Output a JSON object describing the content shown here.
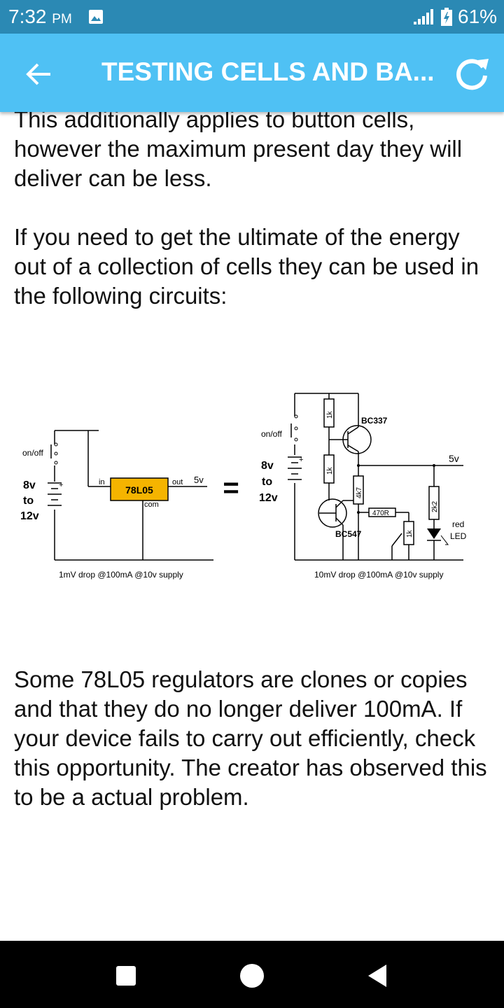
{
  "status_bar": {
    "time": "7:32",
    "ampm": "PM",
    "battery": "61%",
    "icons": [
      "gallery-icon",
      "signal-icon",
      "battery-charging-icon"
    ]
  },
  "app_bar": {
    "title": "TESTING CELLS AND BA...",
    "icons": [
      "back-arrow-icon",
      "refresh-icon"
    ],
    "color": "#4fc1f4"
  },
  "article": {
    "paragraphs": [
      "This additionally applies to button cells, however the maximum present day they will deliver can be less.",
      "If you need to get the ultimate of the energy out of a collection of cells they can be used in the following circuits:",
      "Some 78L05 regulators are clones or copies and that they do no longer deliver 100mA. If your device fails to carry out efficiently, check this opportunity. The creator has observed this to be a actual problem."
    ]
  },
  "diagram": {
    "left": {
      "switch_label": "on/off",
      "battery_label": [
        "8v",
        "to",
        "12v"
      ],
      "plus": "+",
      "regulator": "78L05",
      "pin_in": "in",
      "pin_out": "out",
      "pin_com": "com",
      "output": "5v",
      "caption": "1mV drop @100mA @10v supply"
    },
    "equals": "=",
    "right": {
      "switch_label": "on/off",
      "battery_label": [
        "8v",
        "to",
        "12v"
      ],
      "plus": "+",
      "transistor_top": "BC337",
      "transistor_bottom": "BC547",
      "output": "5v",
      "r1": "1k",
      "r2": "1k",
      "r3": "4k7",
      "r4": "470R",
      "r5": "1k",
      "r6": "2k2",
      "led": [
        "red",
        "LED"
      ],
      "caption": "10mV drop @100mA @10v supply"
    },
    "regulator_color": "#f5b400"
  },
  "nav_bar": {
    "icons": [
      "recents-icon",
      "home-icon",
      "back-icon"
    ]
  }
}
